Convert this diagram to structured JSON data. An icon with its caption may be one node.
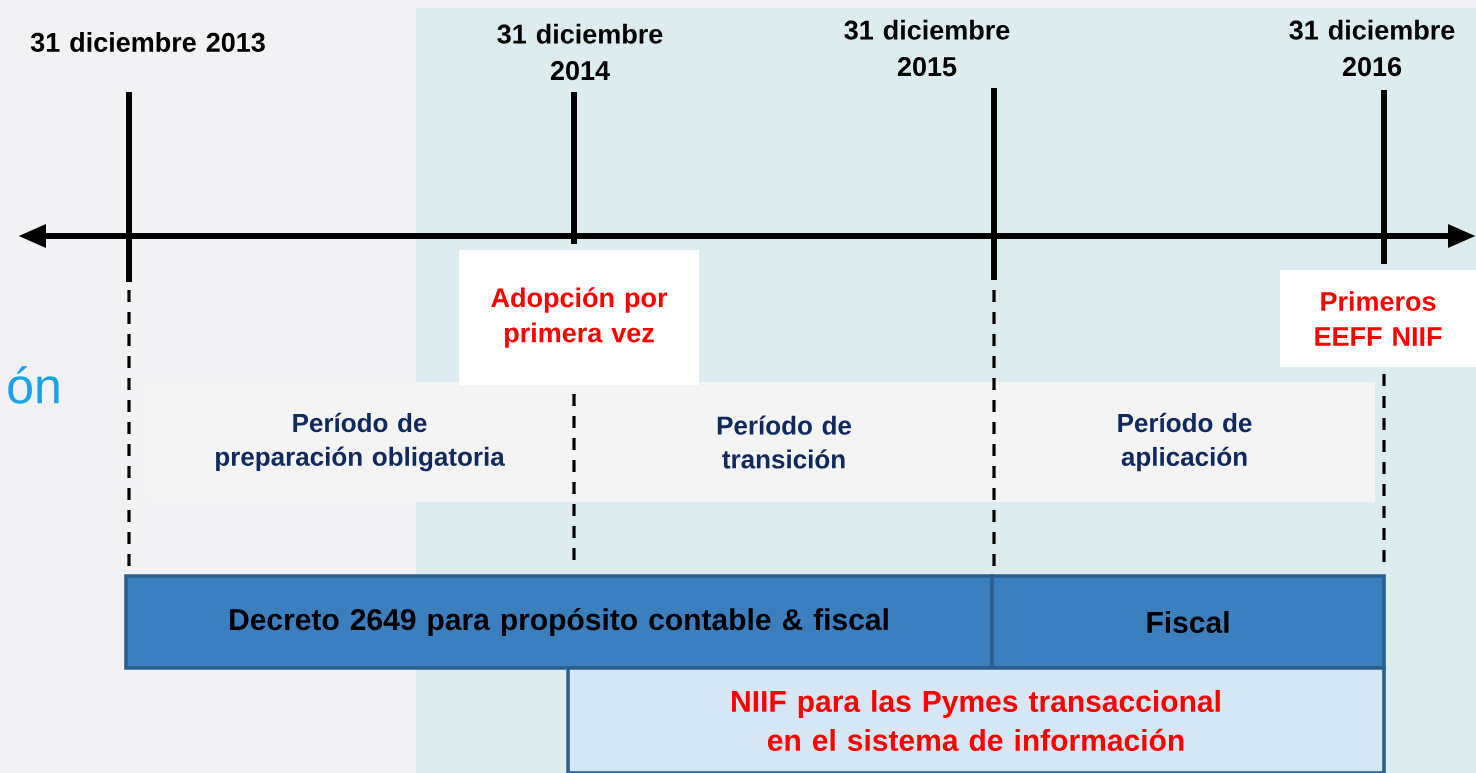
{
  "diagram": {
    "nodes": [
      {
        "text": [
          "Adopción por primera vez"
        ]
      },
      {
        "text": [
          "Primeros EEFF NIIF"
        ]
      },
      {
        "text": [
          "Período de preparación obligatoria"
        ]
      },
      {
        "text": [
          "Período de transición"
        ]
      },
      {
        "text": [
          "Período de aplicación"
        ]
      },
      {
        "text": [
          "Decreto 2649 para propósito contable & fiscal"
        ]
      },
      {
        "text": [
          "Fiscal"
        ]
      },
      {
        "text": [
          "NIIF para las Pymes transaccional en el sistema de  información"
        ]
      }
    ],
    "labels": [
      "31 diciembre 2013",
      "31 diciembre 2014",
      "31 diciembre 2015",
      "31 diciembre 2016",
      "ón"
    ]
  }
}
